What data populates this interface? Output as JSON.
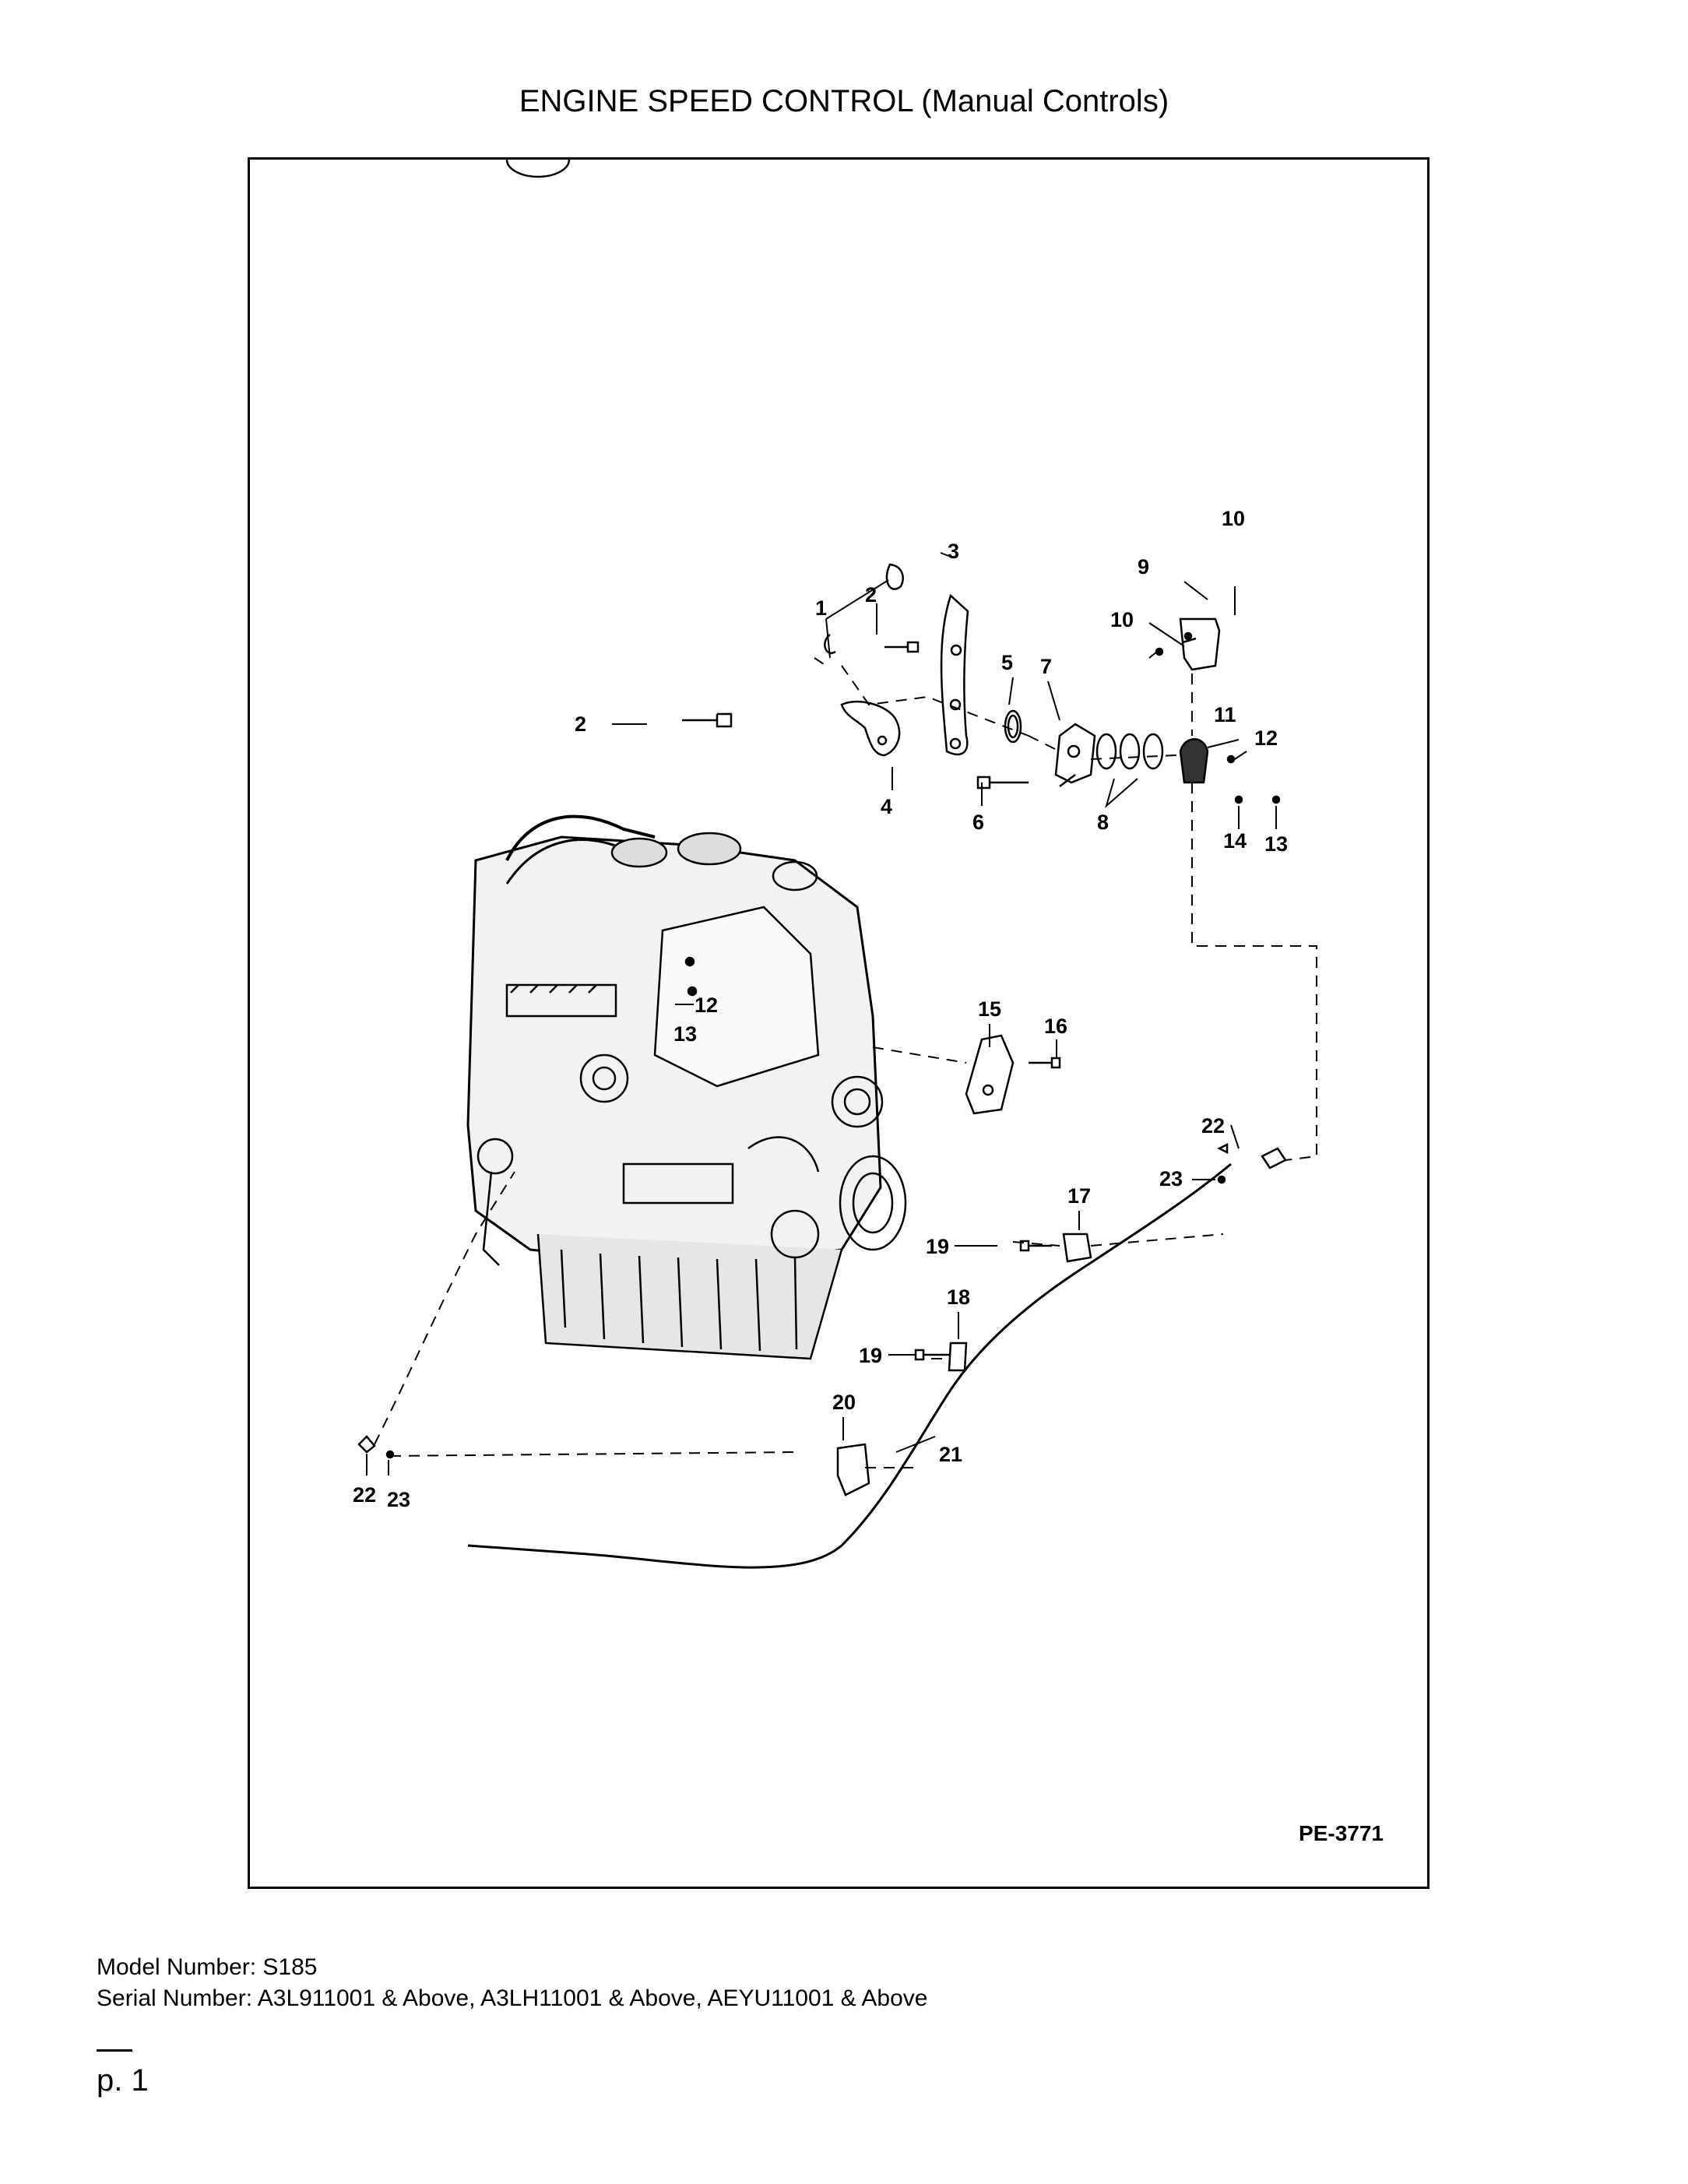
{
  "title": "ENGINE SPEED CONTROL (Manual Controls)",
  "figure": {
    "code": "PE-3771",
    "callouts": [
      "1",
      "2",
      "3",
      "4",
      "5",
      "6",
      "7",
      "8",
      "9",
      "10",
      "11",
      "12",
      "13",
      "14",
      "15",
      "16",
      "17",
      "18",
      "19",
      "20",
      "21",
      "22",
      "23"
    ]
  },
  "footer": {
    "model": "Model Number: S185",
    "serial": "Serial Number: A3L911001 & Above, A3LH11001 & Above, AEYU11001 & Above",
    "page": "p. 1"
  }
}
